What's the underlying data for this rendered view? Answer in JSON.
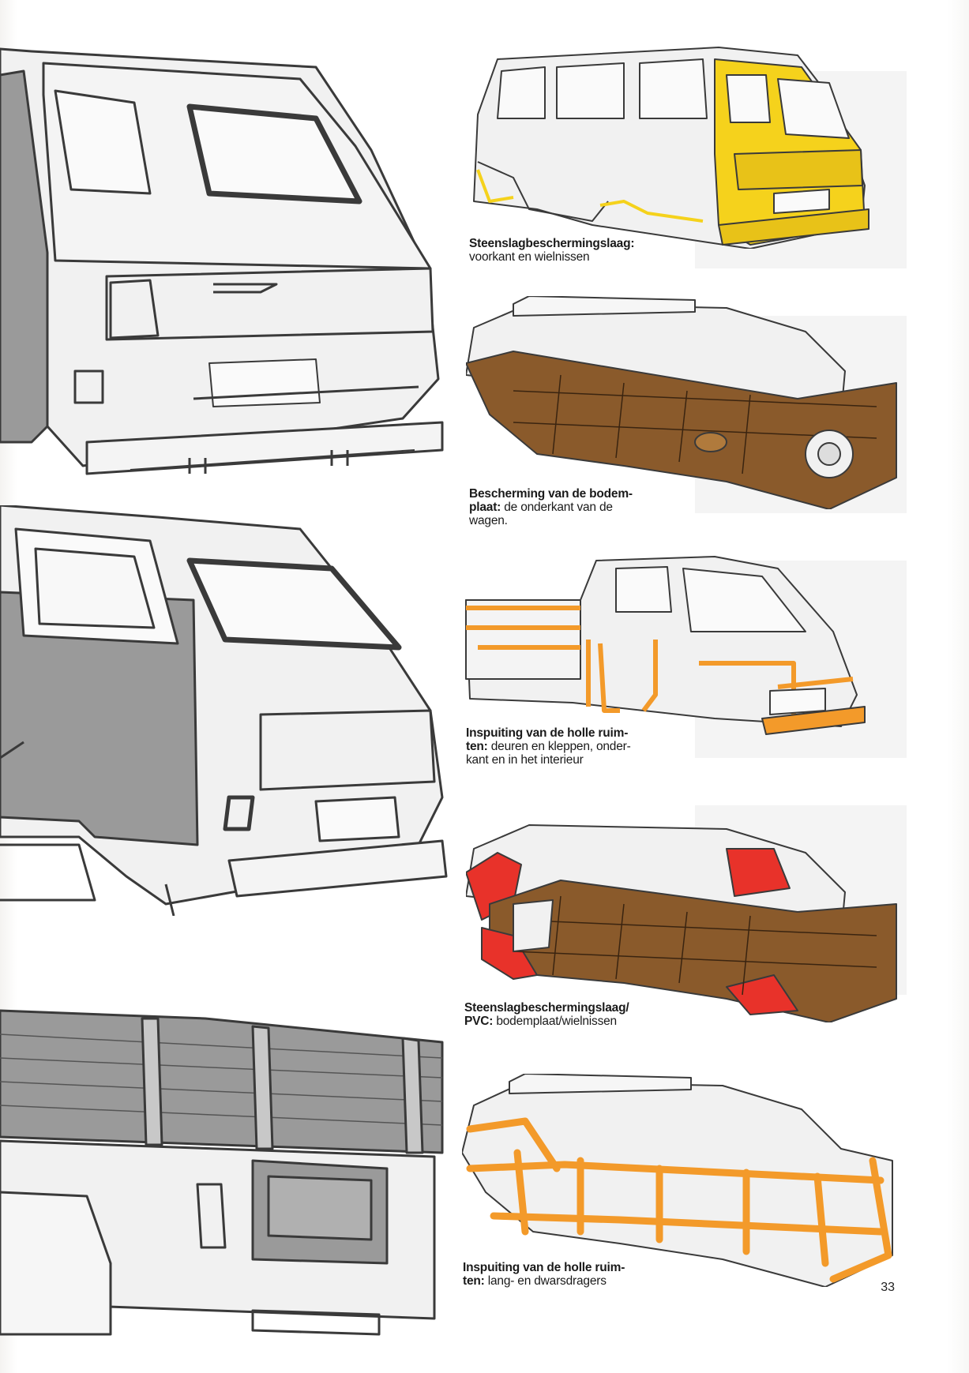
{
  "captions": [
    {
      "bold": "Steenslagbeschermingslaag:",
      "text": "voorkant en wielnissen"
    },
    {
      "bold": "Bescherming van de bodem-",
      "bold2": "plaat:",
      "text": "de onderkant van de",
      "text2": "wagen."
    },
    {
      "bold": "Inspuiting van de holle ruim-",
      "bold2": "ten:",
      "text": "deuren en kleppen, onder-",
      "text2": "kant en in het interieur"
    },
    {
      "bold": "Steenslagbeschermingslaag/",
      "bold2": "PVC:",
      "text": "bodemplaat/wielnissen"
    },
    {
      "bold": "Inspuiting van de holle ruim-",
      "bold2": "ten:",
      "text": "lang- en dwarsdragers"
    }
  ],
  "page_number": "33",
  "colors": {
    "yellow": "#f5d21c",
    "brown": "#8a5a2b",
    "orange": "#f39a2a",
    "red": "#e8322a",
    "panel_gray": "#9a9a9a",
    "body_fill": "#f1f1f1",
    "line": "#3a3a3a"
  },
  "icons": [
    "van-rear-drawing",
    "double-cab-rear-drawing",
    "pickup-bed-drawing",
    "van-yellow-drawing",
    "underbody-brown-drawing",
    "double-cab-orange-drawing",
    "underbody-red-drawing",
    "underbody-orange-drawing"
  ]
}
